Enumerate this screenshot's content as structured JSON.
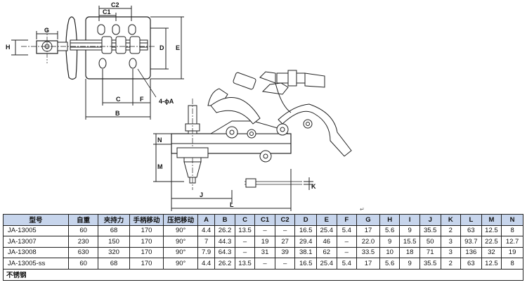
{
  "drawing": {
    "dimension_labels": {
      "C2": "C2",
      "C1": "C1",
      "G": "G",
      "H": "H",
      "D": "D",
      "E": "E",
      "C": "C",
      "F": "F",
      "B": "B",
      "hole": "4-ϕA",
      "N": "N",
      "M": "M",
      "J": "J",
      "K": "K",
      "L": "L"
    },
    "mark": "↵"
  },
  "table": {
    "headers": [
      "型号",
      "自重",
      "夹持力",
      "手柄移动",
      "压把移动",
      "A",
      "B",
      "C",
      "C1",
      "C2",
      "D",
      "E",
      "F",
      "G",
      "H",
      "I",
      "J",
      "K",
      "L",
      "M",
      "N"
    ],
    "rows": [
      [
        "JA-13005",
        "60",
        "68",
        "170",
        "90°",
        "4.4",
        "26.2",
        "13.5",
        "–",
        "–",
        "16.5",
        "25.4",
        "5.4",
        "17",
        "5.6",
        "9",
        "35.5",
        "2",
        "63",
        "12.5",
        "8"
      ],
      [
        "JA-13007",
        "230",
        "150",
        "170",
        "90°",
        "7",
        "44.3",
        "–",
        "19",
        "27",
        "29.4",
        "46",
        "–",
        "22.0",
        "9",
        "15.5",
        "50",
        "3",
        "93.7",
        "22.5",
        "12.7"
      ],
      [
        "JA-13008",
        "630",
        "320",
        "170",
        "90°",
        "7.9",
        "64.3",
        "–",
        "31",
        "39",
        "38.1",
        "62",
        "–",
        "33.5",
        "10",
        "18",
        "71",
        "3",
        "136",
        "32",
        "19"
      ],
      [
        "JA-13005-ss",
        "60",
        "68",
        "170",
        "90°",
        "4.4",
        "26.2",
        "13.5",
        "–",
        "–",
        "16.5",
        "25.4",
        "5.4",
        "17",
        "5.6",
        "9",
        "35.5",
        "2",
        "63",
        "12.5",
        "8"
      ]
    ],
    "note": "不锈钢"
  }
}
